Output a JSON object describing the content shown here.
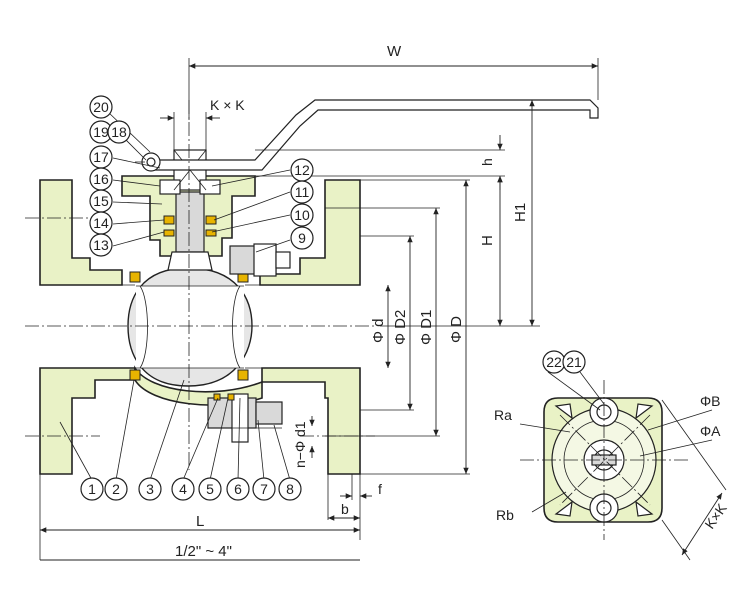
{
  "dimensions": {
    "W": "W",
    "KxK": "K × K",
    "h": "h",
    "H1": "H1",
    "H": "H",
    "phi_d": "Φ d",
    "phi_D2": "Φ D2",
    "phi_D1": "Φ D1",
    "phi_D": "Φ D",
    "n_phi_d1": "n−Φ d1",
    "f": "f",
    "b": "b",
    "L": "L",
    "size_range": "1/2\" ~ 4\""
  },
  "parts": [
    "1",
    "2",
    "3",
    "4",
    "5",
    "6",
    "7",
    "8",
    "9",
    "10",
    "11",
    "12",
    "13",
    "14",
    "15",
    "16",
    "17",
    "18",
    "19",
    "20",
    "21",
    "22"
  ],
  "flange_view": {
    "Ra": "Ra",
    "Rb": "Rb",
    "phi_B": "ΦB",
    "phi_A": "ΦA",
    "KxK": "K×K"
  },
  "colors": {
    "body_fill": "#e9f2c6",
    "seat_fill": "#e8b400",
    "outline": "#222222"
  }
}
